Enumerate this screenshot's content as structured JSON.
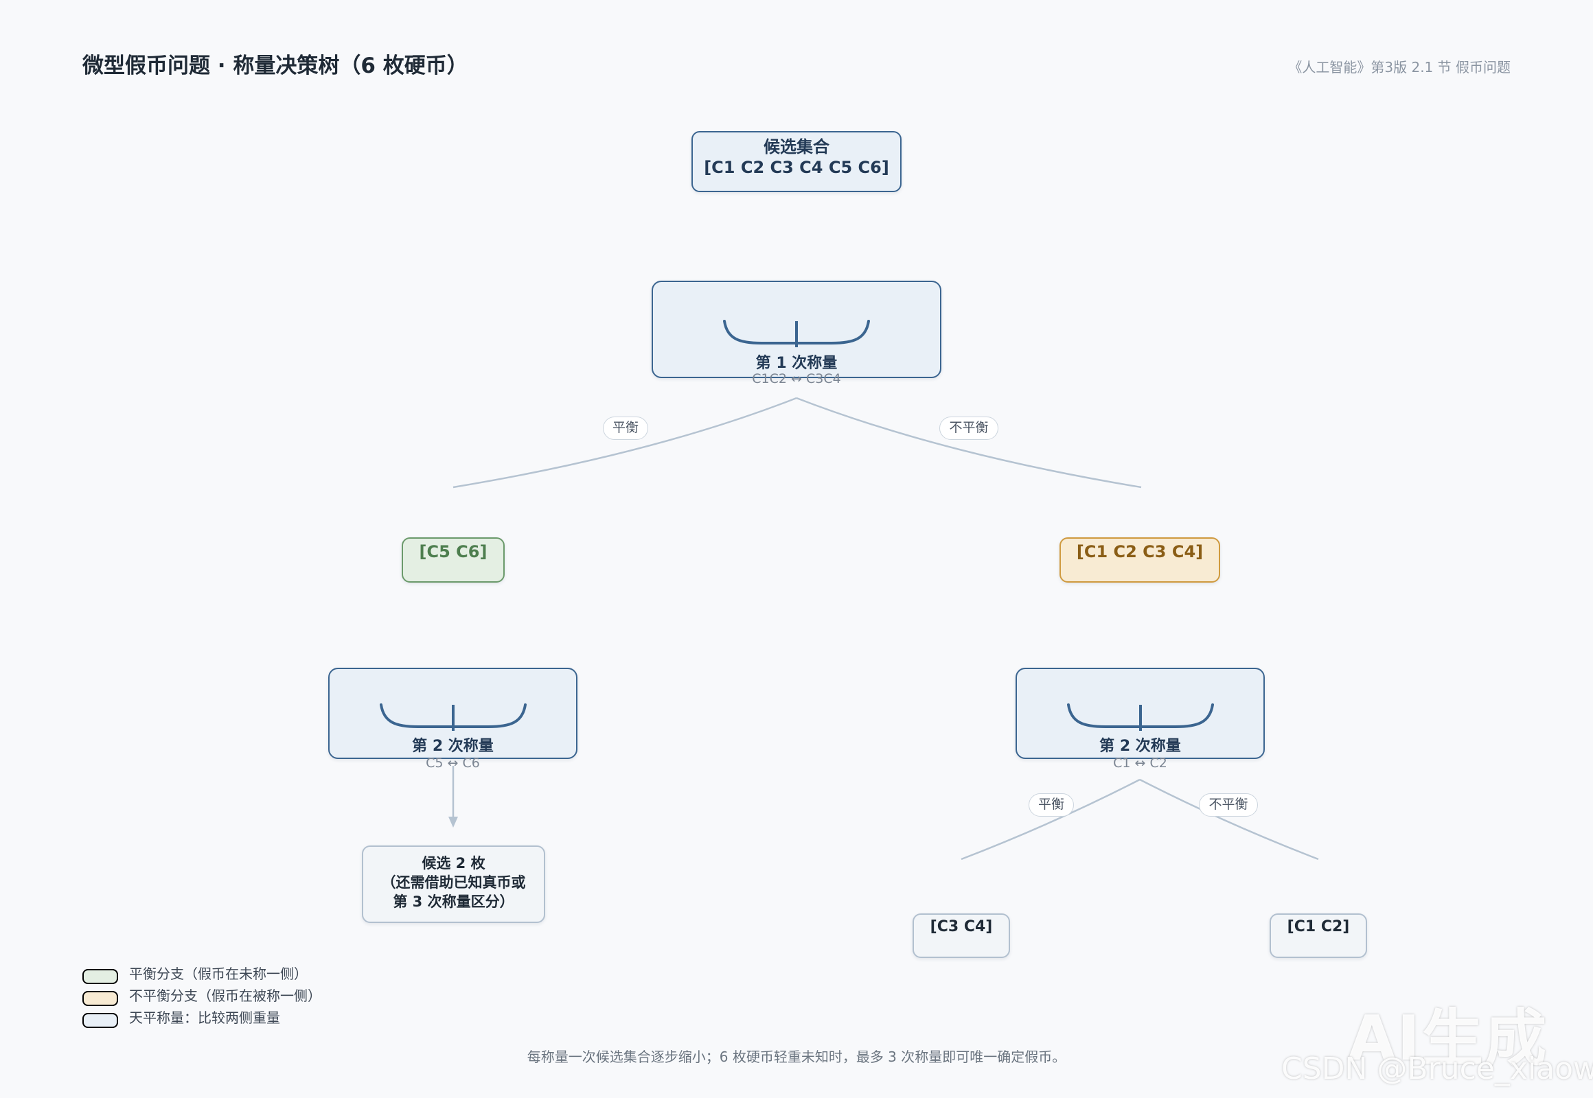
{
  "title": "微型假币问题 · 称量决策树（6 枚硬币）",
  "source": "《人工智能》第3版 2.1 节 假币问题",
  "root": {
    "line1": "候选集合",
    "line2": "[C1 C2 C3 C4 C5 C6]"
  },
  "weighing1": {
    "label": "第 1 次称量",
    "comparison": "C1C2 ↔ C3C4"
  },
  "branches": {
    "balanced": "平衡",
    "unbalanced": "不平衡"
  },
  "balanced_set": "[C5 C6]",
  "unbalanced_set": "[C1 C2 C3 C4]",
  "weighing2_left": {
    "label": "第 2 次称量",
    "comparison": "C5 ↔ C6"
  },
  "weighing2_right": {
    "label": "第 2 次称量",
    "comparison": "C1 ↔ C2"
  },
  "result_left": {
    "line1": "候选 2 枚",
    "line2": "（还需借助已知真币或",
    "line3": "第 3 次称量区分）"
  },
  "leaf_balanced": "[C3 C4]",
  "leaf_unbalanced": "[C1 C2]",
  "legend": [
    {
      "label": "平衡分支（假币在未称一侧）",
      "color": "#e4efe3"
    },
    {
      "label": "不平衡分支（假币在被称一侧）",
      "color": "#f8ebd3"
    },
    {
      "label": "天平称量：比较两侧重量",
      "color": "#e9f0f7"
    }
  ],
  "footnote": "每称量一次候选集合逐步缩小；6 枚硬币轻重未知时，最多 3 次称量即可唯一确定假币。",
  "watermark": {
    "main": "AI生成",
    "sub": "CSDN @Bruce_xiaowei"
  },
  "colors": {
    "scale_border": "#3b6590",
    "balanced_border": "#6b9a6b",
    "unbalanced_border": "#cf9a3f",
    "edge": "#b5c3d1"
  }
}
